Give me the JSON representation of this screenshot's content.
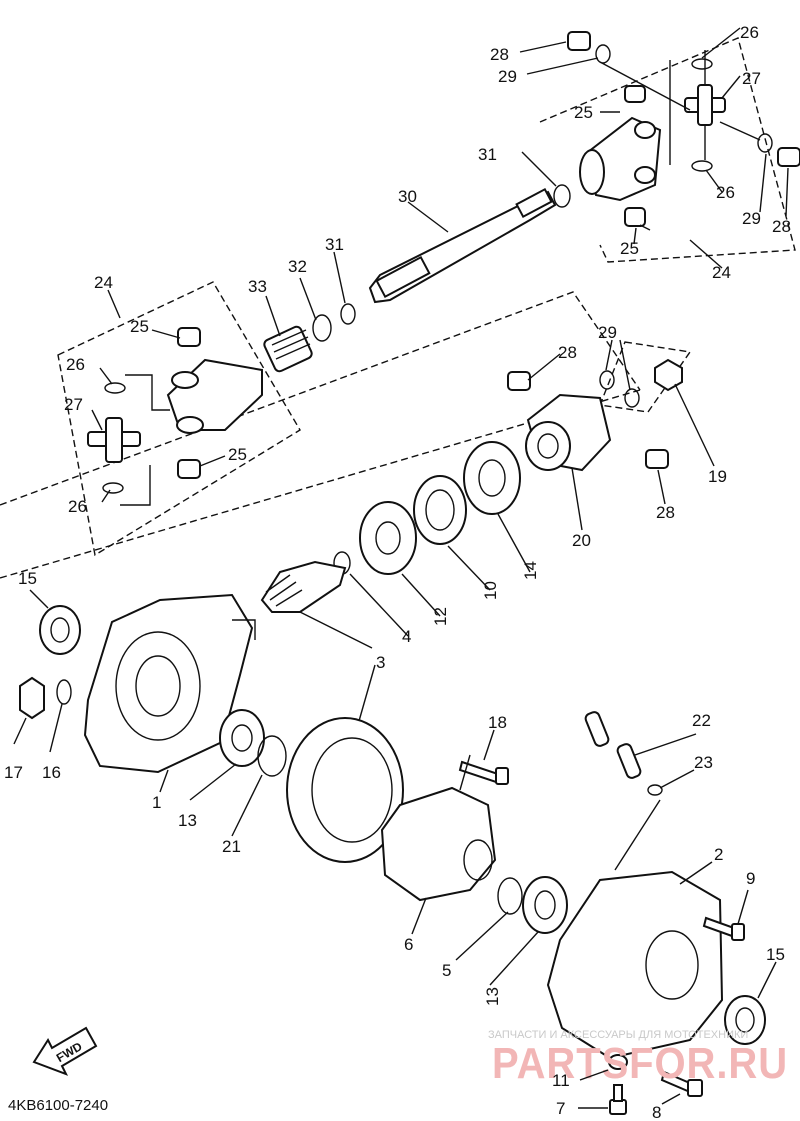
{
  "labels": {
    "p1": "1",
    "p2": "2",
    "p3": "3",
    "p4": "4",
    "p5": "5",
    "p6": "6",
    "p7": "7",
    "p8": "8",
    "p9": "9",
    "p10": "10",
    "p11": "11",
    "p12": "12",
    "p13a": "13",
    "p13b": "13",
    "p14": "14",
    "p15a": "15",
    "p15b": "15",
    "p16": "16",
    "p17": "17",
    "p18": "18",
    "p19": "19",
    "p20": "20",
    "p21": "21",
    "p22": "22",
    "p23": "23",
    "p24a": "24",
    "p24b": "24",
    "p25a": "25",
    "p25b": "25",
    "p25c": "25",
    "p25d": "25",
    "p26a": "26",
    "p26b": "26",
    "p26c": "26",
    "p26d": "26",
    "p27a": "27",
    "p27b": "27",
    "p28a": "28",
    "p28b": "28",
    "p28c": "28",
    "p28d": "28",
    "p29a": "29",
    "p29b": "29",
    "p29c": "29",
    "p30": "30",
    "p31a": "31",
    "p31b": "31",
    "p32": "32",
    "p33": "33"
  },
  "fwd_label": "FWD",
  "diagram_code": "4KB6100-7240",
  "watermark": {
    "small": "ЗАПЧАСТИ И АКСЕССУАРЫ ДЛЯ МОТОТЕХНИКИ",
    "big": "PARTSFOR.RU"
  }
}
